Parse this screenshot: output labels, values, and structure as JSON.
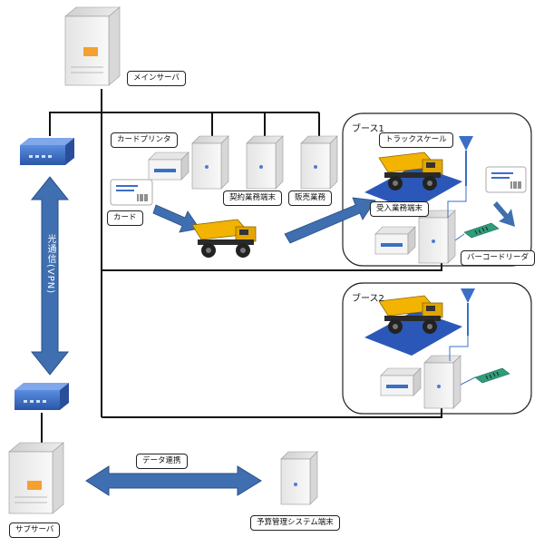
{
  "labels": {
    "main_server": "メインサーバ",
    "card_printer": "カードプリンタ",
    "card": "カード",
    "contract_terminal": "契約業務端末",
    "sales": "販売業務",
    "booth1": "ブース1",
    "truck_scale": "トラックスケール",
    "receiving_terminal": "受入業務端末",
    "barcode_reader": "バーコードリーダ",
    "booth2": "ブース2",
    "optical_vpn": "光通信(VPN)",
    "sub_server": "サブサーバ",
    "data_link": "データ連携",
    "budget_terminal": "予算管理システム端末"
  },
  "colors": {
    "arrow_blue": "#3f6fb0",
    "truck_yellow": "#f2b400",
    "scale_blue": "#2b58b8",
    "server_orange": "#f5a030"
  },
  "icons": [
    "server-icon",
    "router-icon",
    "printer-icon",
    "truck-icon",
    "card-icon",
    "barcode-reader-icon",
    "sensor-icon"
  ]
}
